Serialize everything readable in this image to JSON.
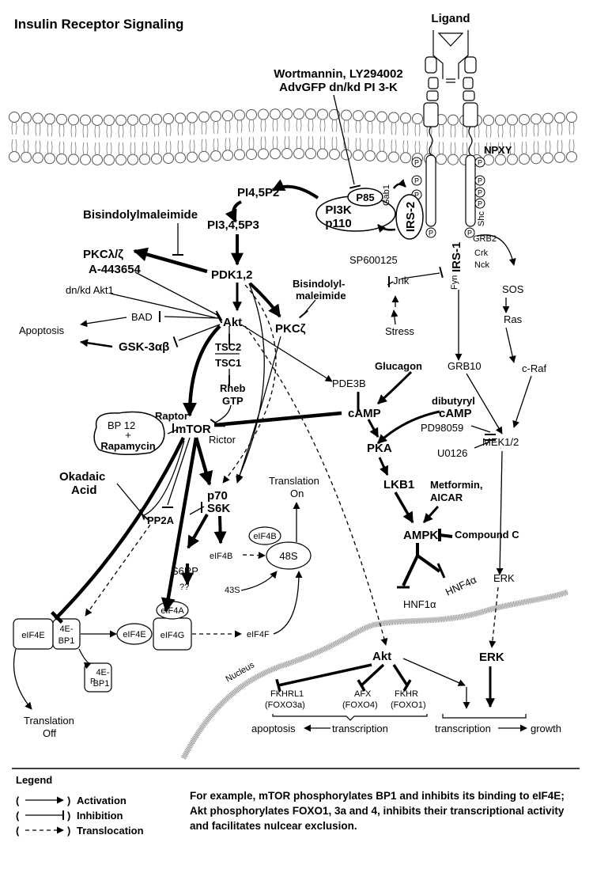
{
  "title": "Insulin Receptor Signaling",
  "nodes": {
    "ligand": "Ligand",
    "inhibitor_pi3k_1": "Wortmannin, LY294002",
    "inhibitor_pi3k_2": "AdvGFP dn/kd PI 3-K",
    "npxy": "NPXY",
    "p": "P",
    "pi45p2": "PI4,5P2",
    "p85": "P85",
    "pi3k": "PI3K",
    "p110": "p110",
    "gab1": "Gab1",
    "irs2": "IRS-2",
    "shc": "Shc",
    "grb2": "GRB2",
    "irs1": "IRS-1",
    "crk": "Crk",
    "nck": "Nck",
    "fyn": "Fyn",
    "bisindolylmaleimide": "Bisindolylmaleimide",
    "pi345p3": "PI3,4,5P3",
    "pkc_lz": "PKCλ/ζ",
    "a443654": "A-443654",
    "dnkd_akt1": "dn/kd Akt1",
    "pdk12": "PDK1,2",
    "sp600125": "SP600125",
    "jnk": "Jnk",
    "sos": "SOS",
    "stress": "Stress",
    "bisindolyl2_1": "Bisindolyl-",
    "bisindolyl2_2": "maleimide",
    "ras": "Ras",
    "akt": "Akt",
    "pkc_z": "PKCζ",
    "bad": "BAD",
    "apoptosis": "Apoptosis",
    "gsk3": "GSK-3αβ",
    "tsc2": "TSC2",
    "tsc1": "TSC1",
    "rheb": "Rheb",
    "gtp": "GTP",
    "grb10": "GRB10",
    "craf": "c-Raf",
    "pde3b": "PDE3B",
    "glucagon": "Glucagon",
    "dibutyryl": "dibutyryl",
    "camp": "cAMP",
    "raptor": "Raptor",
    "bp12": "BP 12",
    "plus": "+",
    "rapamycin": "Rapamycin",
    "mtor": "mTOR",
    "rictor": "Rictor",
    "pd98059": "PD98059",
    "mek12": "MEK1/2",
    "pka": "PKA",
    "u0126": "U0126",
    "okadaic_1": "Okadaic",
    "okadaic_2": "Acid",
    "p70": "p70",
    "s6k": "S6K",
    "translation_on_1": "Translation",
    "translation_on_2": "On",
    "lkb1": "LKB1",
    "metformin": "Metformin,",
    "aicar": "AICAR",
    "pp2a": "PP2A",
    "eif4b": "eIF4B",
    "s48": "48S",
    "ampk": "AMPK",
    "compound_c": "Compound C",
    "s6rp": "S6RP",
    "qq": "??",
    "s43": "43S",
    "hnf4a": "HNF4α",
    "erk": "ERK",
    "hnf1a": "HNF1α",
    "eif4e": "eIF4E",
    "bp1_a": "4E-",
    "bp1_b": "BP1",
    "eif4a": "eIF4A",
    "eif4g": "eIF4G",
    "eif4f": "eIF4F",
    "nucleus": "Nucleus",
    "p4ebp1_p": "P",
    "fkhrl1": "FKHRL1",
    "foxo3a": "(FOXO3a)",
    "afx": "AFX",
    "foxo4": "(FOXO4)",
    "fkhr": "FKHR",
    "foxo1": "(FOXO1)",
    "apoptosis_lower": "apoptosis",
    "transcription": "transcription",
    "transcription2": "transcription",
    "growth": "growth",
    "translation_off_1": "Translation",
    "translation_off_2": "Off"
  },
  "legend": {
    "title": "Legend",
    "activation": "Activation",
    "inhibition": "Inhibition",
    "translocation": "Translocation",
    "paren_open": "(",
    "paren_close": ")",
    "note": "For example, mTOR phosphorylates BP1 and inhibits its binding to eIF4E; Akt phosphorylates FOXO1, 3a and 4, inhibits their transcriptional activity and facilitates nulcear exclusion."
  }
}
